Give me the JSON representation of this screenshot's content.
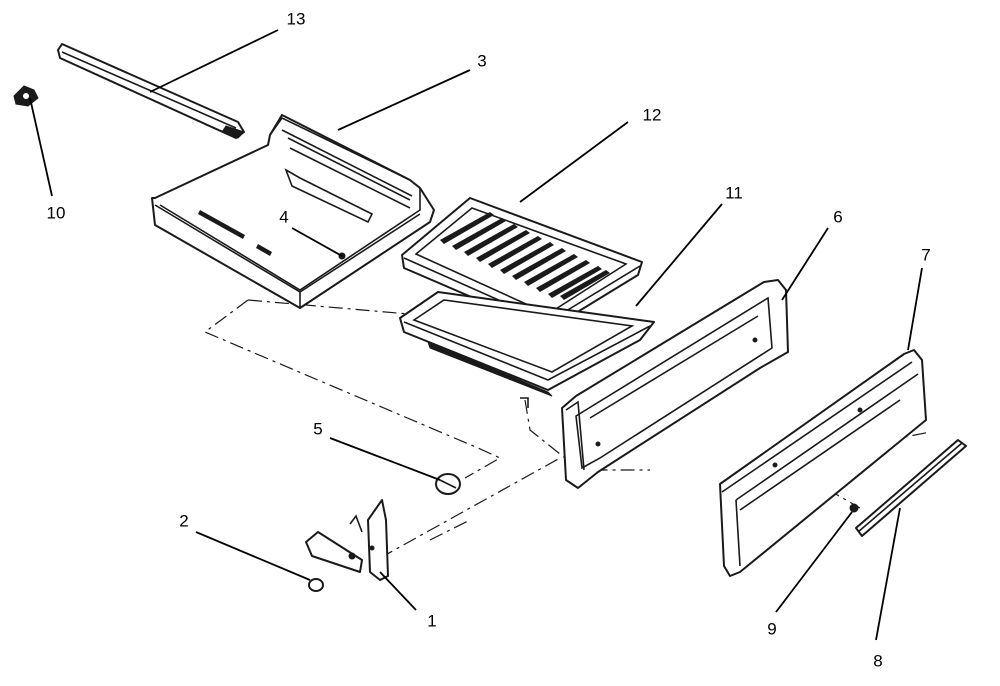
{
  "diagram": {
    "callouts": [
      {
        "id": "1",
        "label": "1"
      },
      {
        "id": "2",
        "label": "2"
      },
      {
        "id": "3",
        "label": "3"
      },
      {
        "id": "4",
        "label": "4"
      },
      {
        "id": "5",
        "label": "5"
      },
      {
        "id": "6",
        "label": "6"
      },
      {
        "id": "7",
        "label": "7"
      },
      {
        "id": "8",
        "label": "8"
      },
      {
        "id": "9",
        "label": "9"
      },
      {
        "id": "10",
        "label": "10"
      },
      {
        "id": "11",
        "label": "11"
      },
      {
        "id": "12",
        "label": "12"
      },
      {
        "id": "13",
        "label": "13"
      }
    ],
    "colors": {
      "ink": "#1a1a1a",
      "background": "#ffffff"
    }
  }
}
